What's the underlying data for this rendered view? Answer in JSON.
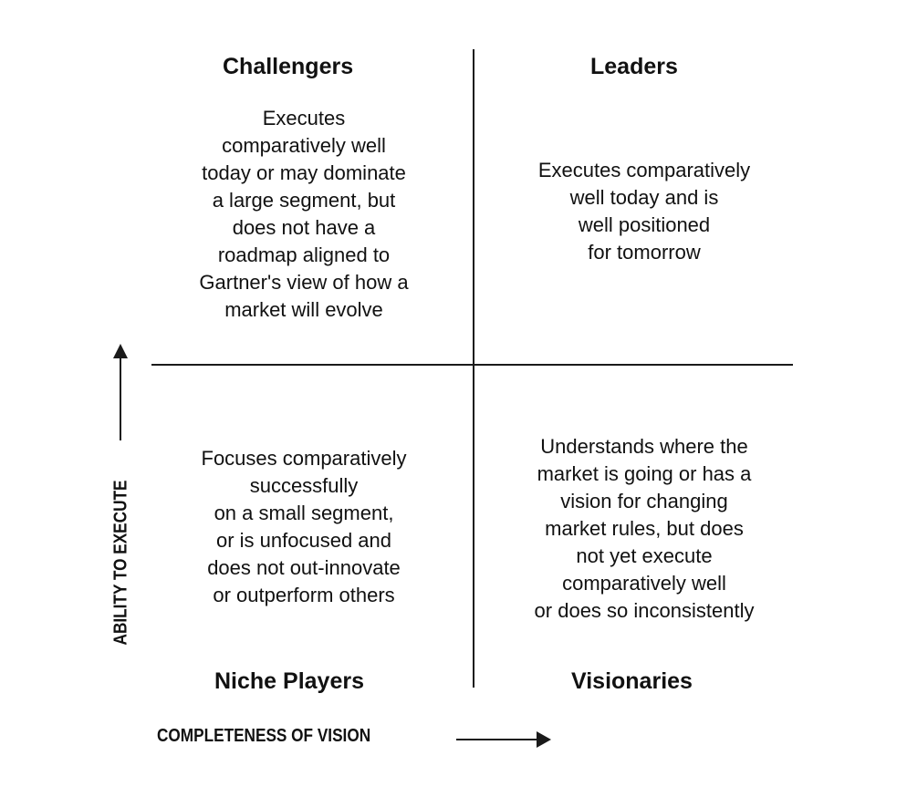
{
  "quadrants": {
    "challengers": {
      "title": "Challengers",
      "description": "Executes\ncomparatively  well\ntoday or may dominate\na large segment, but\ndoes not have  a\nroadmap aligned to\nGartner's view of how a\nmarket will evolve"
    },
    "leaders": {
      "title": "Leaders",
      "description": "Executes comparatively\nwell today and is\nwell positioned\nfor tomorrow"
    },
    "niche_players": {
      "title": "Niche Players",
      "description": "Focuses comparatively\nsuccessfully\non a small segment,\nor is unfocused and\ndoes not out-innovate\nor outperform  others"
    },
    "visionaries": {
      "title": "Visionaries",
      "description": "Understands where the\nmarket is going or has a\nvision for changing\nmarket rules, but does\nnot yet execute\ncomparatively  well\nor does  so inconsistently"
    }
  },
  "axes": {
    "x_label": "COMPLETENESS OF VISION",
    "y_label": "ABILITY TO EXECUTE"
  },
  "colors": {
    "line": "#1a1a1a",
    "text": "#111111",
    "background": "#ffffff"
  }
}
